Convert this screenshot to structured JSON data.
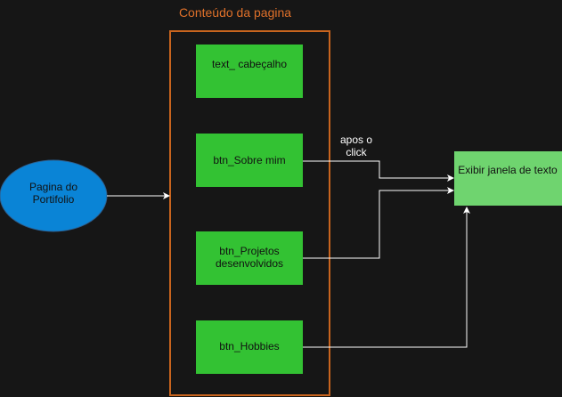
{
  "container": {
    "title": "Conteúdo da pagina"
  },
  "portfolio_node": {
    "line1": "Pagina do",
    "line2": "Portifolio"
  },
  "boxes": {
    "header": {
      "label": "text_ cabeçalho"
    },
    "about": {
      "label": "btn_Sobre mim"
    },
    "projects": {
      "line1": "btn_Projetos",
      "line2": "desenvolvidos"
    },
    "hobbies": {
      "label": "btn_Hobbies"
    }
  },
  "edge_label": {
    "line1": "apos o",
    "line2": "click"
  },
  "target": {
    "label": "Exibir janela de texto"
  },
  "colors": {
    "background": "#161616",
    "container_border": "#c8641e",
    "container_title": "#e0712a",
    "button_fill": "#33c233",
    "target_fill": "#6fd46f",
    "ellipse_fill": "#0a84d6",
    "ellipse_stroke": "#2d5f8f",
    "connector": "#ffffff",
    "text_dark": "#111111",
    "text_light": "#ffffff"
  }
}
